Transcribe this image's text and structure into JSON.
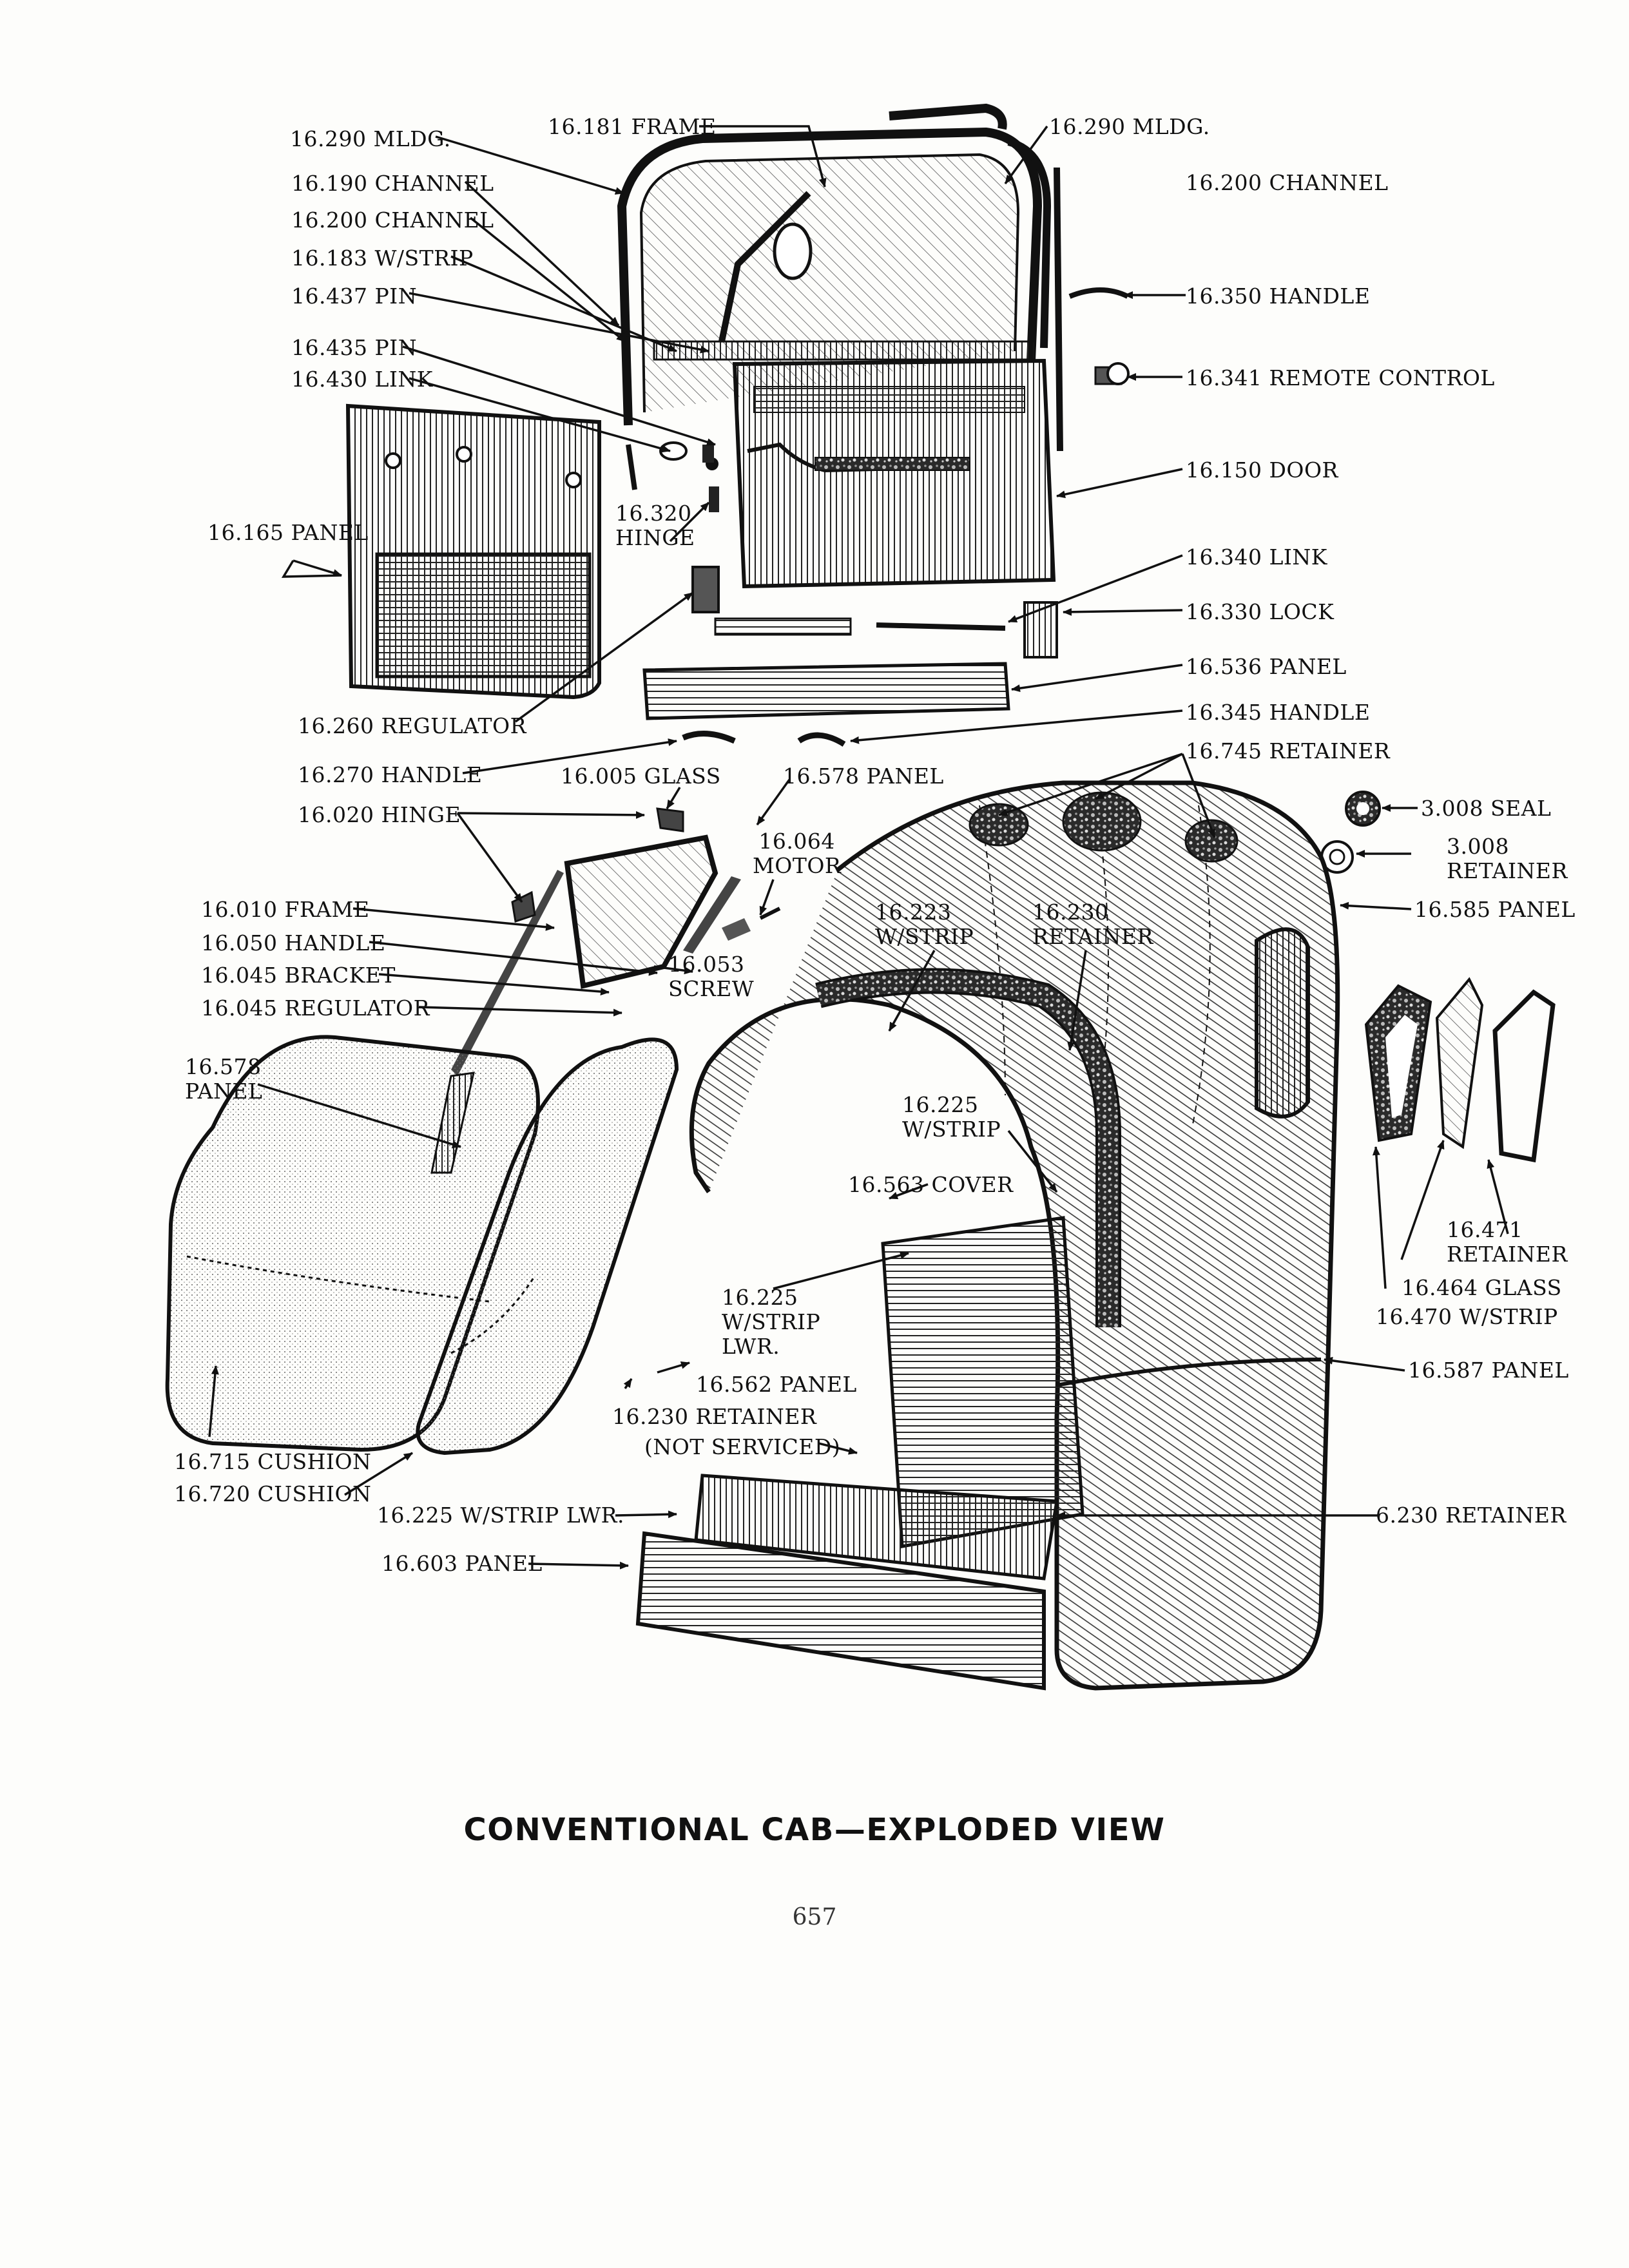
{
  "caption": "CONVENTIONAL CAB—EXPLODED VIEW",
  "page_number": "657",
  "callouts": [
    {
      "id": "c01",
      "text": "16.290 MLDG."
    },
    {
      "id": "c02",
      "text": "16.181 FRAME"
    },
    {
      "id": "c03",
      "text": "16.290 MLDG."
    },
    {
      "id": "c04",
      "text": "16.190 CHANNEL"
    },
    {
      "id": "c05",
      "text": "16.200 CHANNEL"
    },
    {
      "id": "c06",
      "text": "16.200 CHANNEL"
    },
    {
      "id": "c07",
      "text": "16.183 W/STRIP"
    },
    {
      "id": "c08",
      "text": "16.437 PIN"
    },
    {
      "id": "c09",
      "text": "16.350 HANDLE"
    },
    {
      "id": "c10",
      "text": "16.435 PIN"
    },
    {
      "id": "c11",
      "text": "16.430 LINK"
    },
    {
      "id": "c12",
      "text": "16.341 REMOTE CONTROL"
    },
    {
      "id": "c13",
      "text": "16.150 DOOR"
    },
    {
      "id": "c14",
      "text": "16.320\nHINGE"
    },
    {
      "id": "c15",
      "text": "16.165 PANEL"
    },
    {
      "id": "c16",
      "text": "16.340 LINK"
    },
    {
      "id": "c17",
      "text": "16.330 LOCK"
    },
    {
      "id": "c18",
      "text": "16.536 PANEL"
    },
    {
      "id": "c19",
      "text": "16.260 REGULATOR"
    },
    {
      "id": "c20",
      "text": "16.345 HANDLE"
    },
    {
      "id": "c21",
      "text": "16.745 RETAINER"
    },
    {
      "id": "c22",
      "text": "16.270 HANDLE"
    },
    {
      "id": "c23",
      "text": "16.005 GLASS"
    },
    {
      "id": "c24",
      "text": "16.578 PANEL"
    },
    {
      "id": "c25",
      "text": "3.008 SEAL"
    },
    {
      "id": "c26",
      "text": "16.020 HINGE"
    },
    {
      "id": "c27",
      "text": "16.064\nMOTOR"
    },
    {
      "id": "c28",
      "text": "3.008\nRETAINER"
    },
    {
      "id": "c29",
      "text": "16.010 FRAME"
    },
    {
      "id": "c30",
      "text": "16.223\nW/STRIP"
    },
    {
      "id": "c31",
      "text": "16.230\nRETAINER"
    },
    {
      "id": "c32",
      "text": "16.585 PANEL"
    },
    {
      "id": "c33",
      "text": "16.050 HANDLE"
    },
    {
      "id": "c34",
      "text": "16.053\nSCREW"
    },
    {
      "id": "c35",
      "text": "16.045 BRACKET"
    },
    {
      "id": "c36",
      "text": "16.045 REGULATOR"
    },
    {
      "id": "c37",
      "text": "16.578\nPANEL"
    },
    {
      "id": "c38",
      "text": "16.225\nW/STRIP"
    },
    {
      "id": "c39",
      "text": "16.563 COVER"
    },
    {
      "id": "c40",
      "text": "16.471\nRETAINER"
    },
    {
      "id": "c41",
      "text": "16.464 GLASS"
    },
    {
      "id": "c42",
      "text": "16.470 W/STRIP"
    },
    {
      "id": "c43",
      "text": "16.225\nW/STRIP\nLWR."
    },
    {
      "id": "c44",
      "text": "16.587 PANEL"
    },
    {
      "id": "c45",
      "text": "16.562 PANEL"
    },
    {
      "id": "c46",
      "text": "16.230 RETAINER"
    },
    {
      "id": "c47",
      "text": "(NOT SERVICED)"
    },
    {
      "id": "c48",
      "text": "16.715 CUSHION"
    },
    {
      "id": "c49",
      "text": "16.720 CUSHION"
    },
    {
      "id": "c50",
      "text": "16.225 W/STRIP LWR."
    },
    {
      "id": "c51",
      "text": "6.230 RETAINER"
    },
    {
      "id": "c52",
      "text": "16.603 PANEL"
    }
  ]
}
